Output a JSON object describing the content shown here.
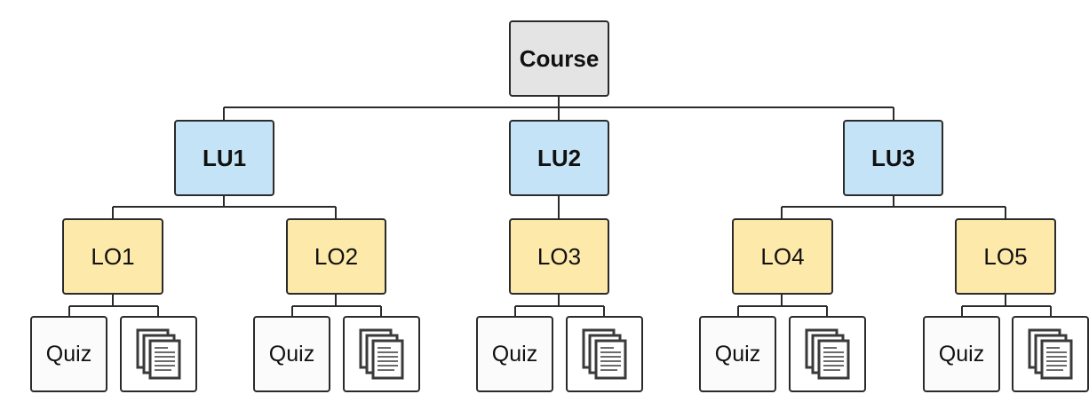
{
  "colors": {
    "course": "#e4e4e4",
    "learning_unit": "#c5e3f6",
    "learning_objective": "#fde9a9",
    "leaf": "#fbfbfb",
    "stroke": "#2b2b2b"
  },
  "course": {
    "label": "Course"
  },
  "units": [
    {
      "label": "LU1"
    },
    {
      "label": "LU2"
    },
    {
      "label": "LU3"
    }
  ],
  "objectives": [
    {
      "label": "LO1",
      "quiz_label": "Quiz",
      "doc_icon": "documents-icon"
    },
    {
      "label": "LO2",
      "quiz_label": "Quiz",
      "doc_icon": "documents-icon"
    },
    {
      "label": "LO3",
      "quiz_label": "Quiz",
      "doc_icon": "documents-icon"
    },
    {
      "label": "LO4",
      "quiz_label": "Quiz",
      "doc_icon": "documents-icon"
    },
    {
      "label": "LO5",
      "quiz_label": "Quiz",
      "doc_icon": "documents-icon"
    }
  ]
}
